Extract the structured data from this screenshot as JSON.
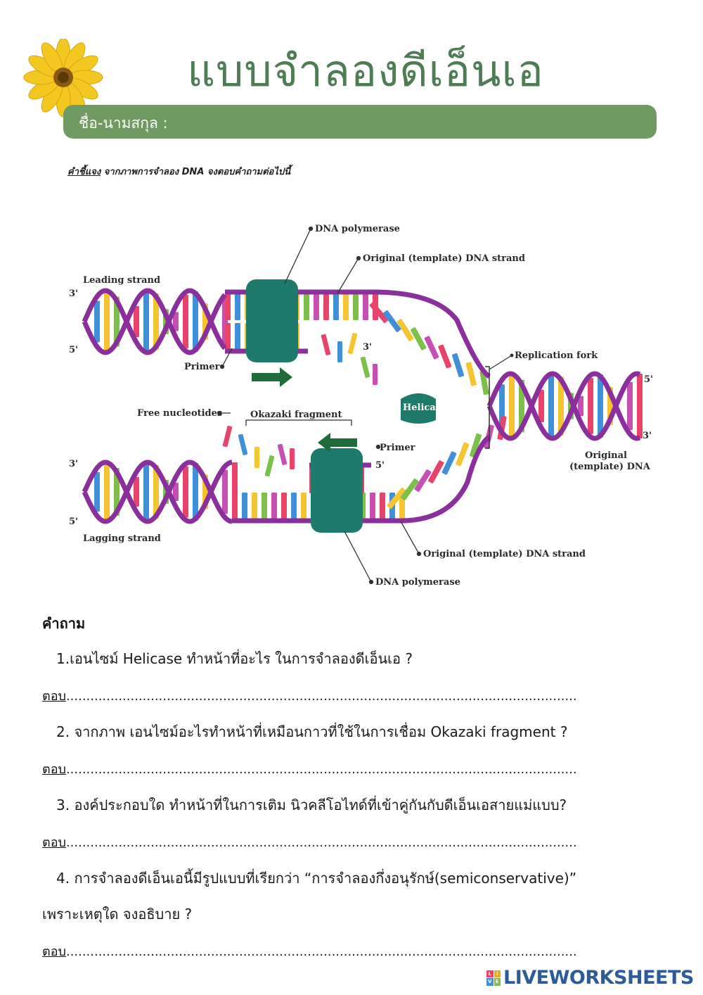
{
  "title": "แบบจำลองดีเอ็นเอ",
  "name_label": "ชื่อ-นามสกุล :",
  "instruction": {
    "label": "คำชี้แจง",
    "text": " จากภาพการจำลอง DNA จงตอบคำถามต่อไปนี้"
  },
  "diagram": {
    "labels": {
      "dna_polymerase_top": "DNA polymerase",
      "original_strand_top": "Original (template) DNA strand",
      "leading_strand": "Leading strand",
      "primer_top": "Primer",
      "replication_fork": "Replication fork",
      "helicase": "Helicase",
      "free_nucleotides": "Free nucleotides",
      "okazaki_fragment": "Okazaki fragment",
      "primer_bottom": "Primer",
      "original_dna_line1": "Original",
      "original_dna_line2": "(template) DNA",
      "lagging_strand": "Lagging strand",
      "original_strand_bottom": "Original (template) DNA strand",
      "dna_polymerase_bottom": "DNA polymerase",
      "three_prime": "3'",
      "five_prime": "5'"
    },
    "colors": {
      "backbone": "#8b2f9c",
      "enzyme": "#1e7a6a",
      "arrow": "#1f6b3a",
      "bases": [
        "#e8436b",
        "#3f8fd9",
        "#f4c531",
        "#7cc04a",
        "#c54fb3"
      ]
    }
  },
  "questions": {
    "heading": "คำถาม",
    "items": [
      {
        "text": "1.เอนไซม์ Helicase ทำหน้าที่อะไร ในการจำลองดีเอ็นเอ ?"
      },
      {
        "text": "2. จากภาพ เอนไซม์อะไรทำหน้าที่เหมือนกาวที่ใช้ในการเชื่อม Okazaki fragment  ?"
      },
      {
        "text": "3. องค์ประกอบใด ทำหน้าที่ในการเติม นิวคลีโอไทด์ที่เข้าคู่กันกับดีเอ็นเอสายแม่แบบ?"
      },
      {
        "text": "4. การจำลองดีเอ็นเอนี้มีรูปแบบที่เรียกว่า “การจำลองกึ่งอนุรักษ์(semiconservative)”"
      }
    ],
    "q4_continuation": "เพราะเหตุใด จงอธิบาย ?",
    "answer_label": "ตอบ"
  },
  "branding": {
    "text": "LIVEWORKSHEETS",
    "badge_letters": [
      "L",
      "I",
      "V",
      "E"
    ]
  }
}
